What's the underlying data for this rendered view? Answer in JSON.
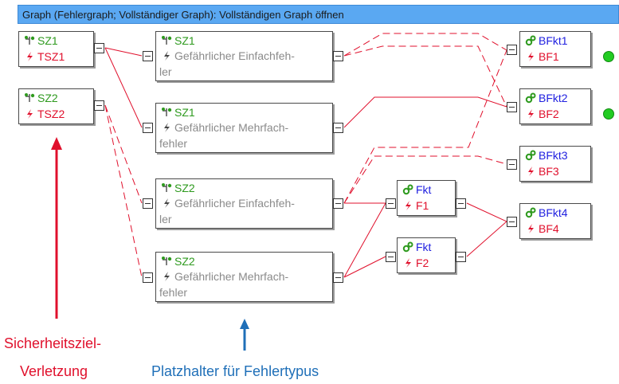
{
  "title": "Graph (Fehlergraph; Vollständiger Graph): Vollständigen Graph öffnen",
  "nodes": {
    "sz1": {
      "name": "SZ1",
      "sub": "TSZ1"
    },
    "sz2": {
      "name": "SZ2",
      "sub": "TSZ2"
    },
    "p1": {
      "name": "SZ1",
      "desc1": "Gefährlicher Einfachfeh-",
      "desc2": "ler"
    },
    "p2": {
      "name": "SZ1",
      "desc1": "Gefährlicher Mehrfach-",
      "desc2": "fehler"
    },
    "p3": {
      "name": "SZ2",
      "desc1": "Gefährlicher Einfachfeh-",
      "desc2": "ler"
    },
    "p4": {
      "name": "SZ2",
      "desc1": "Gefährlicher Mehrfach-",
      "desc2": "fehler"
    },
    "f1": {
      "name": "Fkt",
      "sub": "F1"
    },
    "f2": {
      "name": "Fkt",
      "sub": "F2"
    },
    "b1": {
      "name": "BFkt1",
      "sub": "BF1"
    },
    "b2": {
      "name": "BFkt2",
      "sub": "BF2"
    },
    "b3": {
      "name": "BFkt3",
      "sub": "BF3"
    },
    "b4": {
      "name": "BFkt4",
      "sub": "BF4"
    }
  },
  "captions": {
    "red_line1": "Sicherheitsziel-",
    "red_line2": "Verletzung",
    "blue": "Platzhalter für Fehlertypus"
  },
  "colors": {
    "titlebar": "#5aa8f2",
    "edge": "#e0102c",
    "goal_text": "#2e9a1e",
    "function_text": "#2020e0",
    "failure_text": "#e0102c",
    "placeholder_text": "#8a8a8a",
    "status_dot": "#22cc22"
  },
  "icons": [
    "safety-goal-icon",
    "failure-icon",
    "function-icon",
    "status-dot-icon"
  ]
}
